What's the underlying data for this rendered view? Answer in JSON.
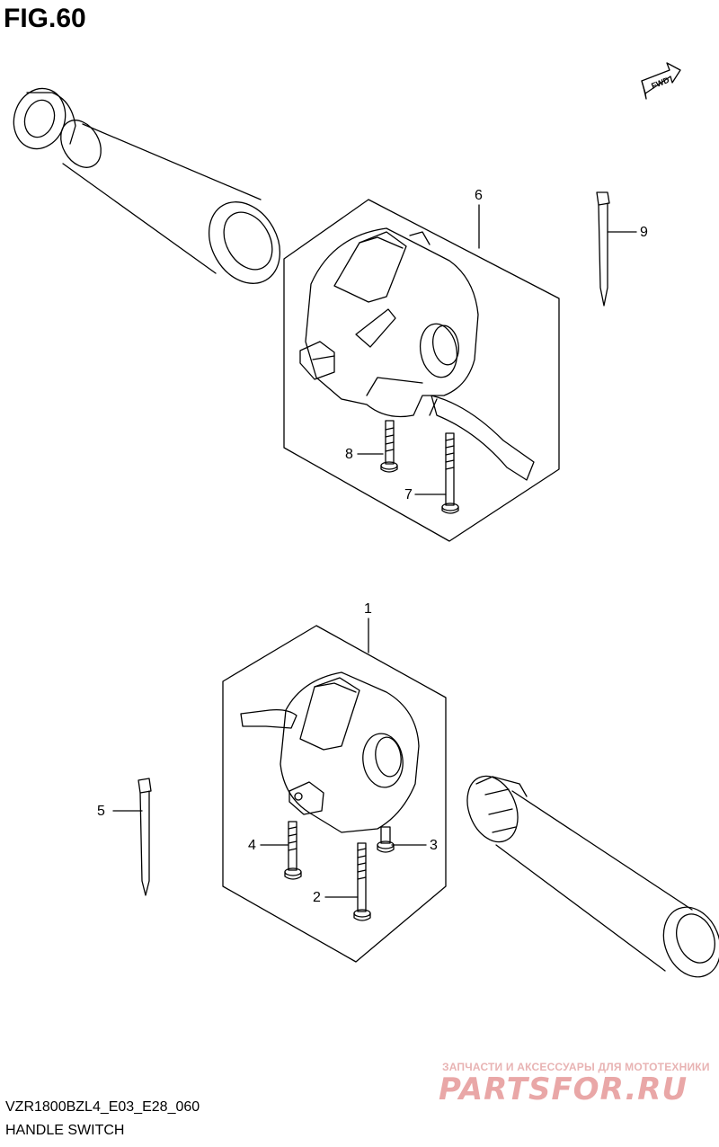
{
  "figure": {
    "title": "FIG.60"
  },
  "fwd_arrow": {
    "label": "FWD",
    "icon": "fwd-arrow-icon"
  },
  "callouts": [
    {
      "id": "1",
      "label": "1"
    },
    {
      "id": "2",
      "label": "2"
    },
    {
      "id": "3",
      "label": "3"
    },
    {
      "id": "4",
      "label": "4"
    },
    {
      "id": "5",
      "label": "5"
    },
    {
      "id": "6",
      "label": "6"
    },
    {
      "id": "7",
      "label": "7"
    },
    {
      "id": "8",
      "label": "8"
    },
    {
      "id": "9",
      "label": "9"
    }
  ],
  "footer": {
    "model_code": "VZR1800BZL4_E03_E28_060",
    "section": "HANDLE SWITCH"
  },
  "watermark": {
    "tagline": "ЗАПЧАСТИ И АКСЕССУАРЫ ДЛЯ МОТОТЕХНИКИ",
    "logo": "PARTSFOR.RU"
  },
  "colors": {
    "line": "#000000",
    "watermark": "#e9a7a7",
    "background": "#ffffff"
  }
}
